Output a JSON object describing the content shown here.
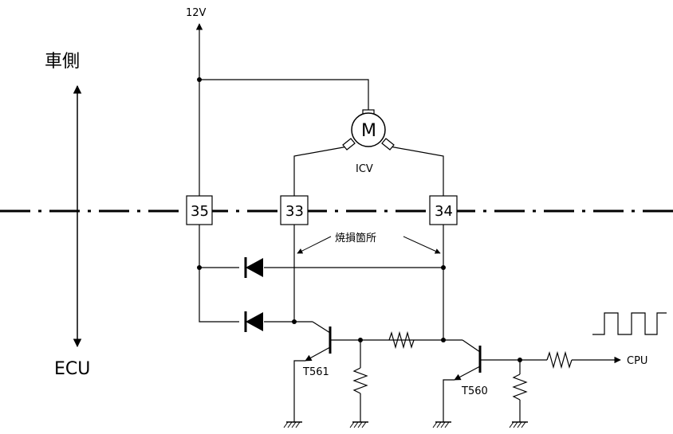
{
  "labels": {
    "vehicle_side": "車側",
    "ecu_side": "ECU",
    "supply": "12V",
    "motor": "M",
    "motor_name": "ICV",
    "burn_location": "焼損箇所",
    "cpu": "CPU",
    "transistor_1": "T561",
    "transistor_2": "T560"
  },
  "pins": {
    "pin_35": "35",
    "pin_33": "33",
    "pin_34": "34"
  }
}
